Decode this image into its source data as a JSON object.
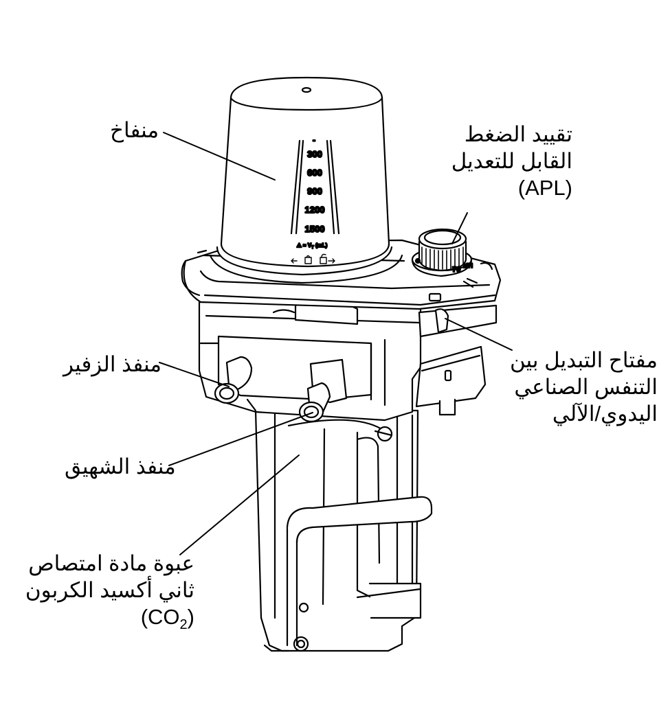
{
  "labels": {
    "bellows": {
      "lines": [
        "منفاخ"
      ]
    },
    "apl": {
      "lines": [
        "تقييد الضغط",
        "القابل للتعديل",
        "(APL)"
      ]
    },
    "expiratory": {
      "lines": [
        "منفذ الزفير"
      ]
    },
    "switch": {
      "lines": [
        "مفتاح التبديل بين",
        "التنفس الصناعي",
        "اليدوي/الآلي"
      ]
    },
    "inspiratory": {
      "lines": [
        "منفذ الشهيق"
      ]
    },
    "canister": {
      "lines": [
        "عبوة مادة امتصاص",
        "ثاني أكسيد الكربون"
      ],
      "formula_prefix": "(CO",
      "formula_sub": "2",
      "formula_suffix": ")"
    }
  },
  "bellows_scale": [
    "300",
    "600",
    "900",
    "1200",
    "1500"
  ],
  "bellows_scale_top": "-",
  "bellows_note": "⚠ ≈ V",
  "bellows_note_sub": "T",
  "bellows_note_unit": "(mL)",
  "knob_mark": "70",
  "knob_unit": "MH",
  "colors": {
    "line": "#000000",
    "background": "#ffffff",
    "fill_light": "#f2f2f2",
    "fill_mid": "#dcdcdc"
  }
}
